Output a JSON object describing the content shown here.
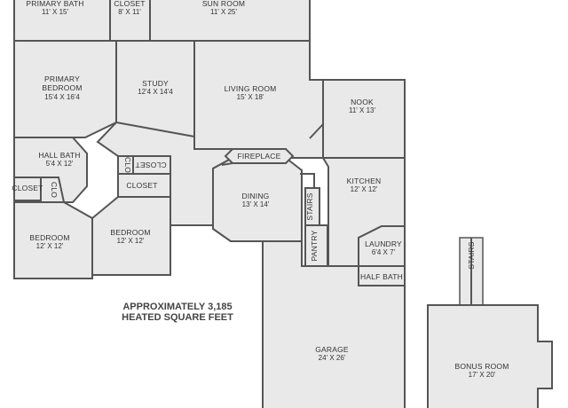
{
  "rooms": {
    "primary_bath": {
      "name": "PRIMARY BATH",
      "size": "11' X 15'"
    },
    "closet_top": {
      "name": "CLOSET",
      "size": "8' X 11'"
    },
    "sun_room": {
      "name": "SUN ROOM",
      "size": "11' X 25'"
    },
    "primary_bedroom": {
      "name1": "PRIMARY",
      "name2": "BEDROOM",
      "size": "15'4 X 16'4"
    },
    "study": {
      "name": "STUDY",
      "size": "12'4 X 14'4"
    },
    "living_room": {
      "name": "LIVING ROOM",
      "size": "15' X 18'"
    },
    "nook": {
      "name": "NOOK",
      "size": "11' X 13'"
    },
    "hall_bath": {
      "name": "HALL BATH",
      "size": "5'4 X 12'"
    },
    "closet_left": {
      "name": "CLOSET"
    },
    "clo_small": {
      "name": "CLO"
    },
    "clo_upper": {
      "name": "CLO"
    },
    "closet_upper": {
      "name": "CLOSET"
    },
    "closet_mid": {
      "name": "CLOSET"
    },
    "fireplace": {
      "name": "FIREPLACE"
    },
    "kitchen": {
      "name": "KITCHEN",
      "size": "12' X 12'"
    },
    "dining": {
      "name": "DINING",
      "size": "13' X 14'"
    },
    "stairs_main": {
      "name": "STAIRS"
    },
    "pantry": {
      "name": "PANTRY"
    },
    "laundry": {
      "name": "LAUNDRY",
      "size": "6'4 X 7'"
    },
    "half_bath": {
      "name": "HALF BATH"
    },
    "bedroom_left": {
      "name": "BEDROOM",
      "size": "12' X 12'"
    },
    "bedroom_mid": {
      "name": "BEDROOM",
      "size": "12' X 12'"
    },
    "garage": {
      "name": "GARAGE",
      "size": "24' X 26'"
    },
    "stairs_bonus": {
      "name": "STAIRS"
    },
    "bonus_room": {
      "name": "BONUS ROOM",
      "size": "17' X 20'"
    }
  },
  "note": {
    "line1": "APPROXIMATELY 3,185",
    "line2": "HEATED SQUARE FEET"
  }
}
